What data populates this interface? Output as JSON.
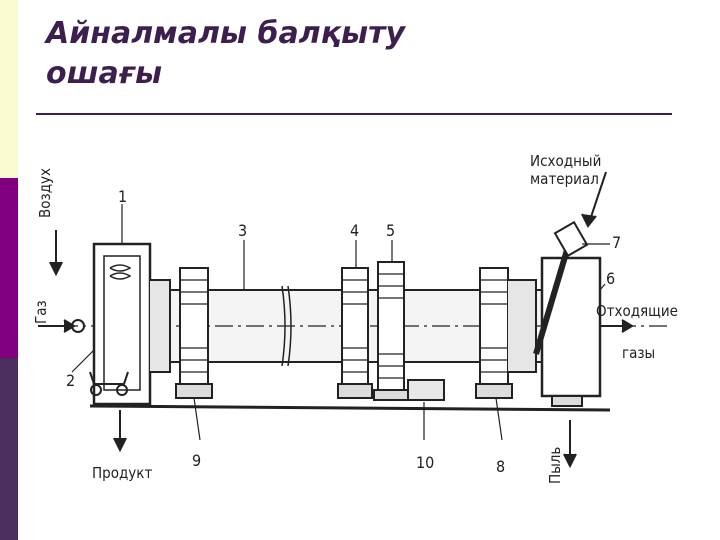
{
  "slide": {
    "title_line1": "Айналмалы балқыту",
    "title_line2": "ошағы",
    "accent_colors": {
      "cream": "#fafad2",
      "purple": "#800080",
      "dark_purple": "#4b2d5e",
      "title": "#3c1f4e"
    }
  },
  "diagram": {
    "labels": {
      "air": "Воздух",
      "gas": "Газ",
      "product": "Продукт",
      "feed_line1": "Исходный",
      "feed_line2": "материал",
      "exhaust_line1": "Отходящие",
      "exhaust_line2": "газы",
      "dust": "Пыль"
    },
    "callouts": [
      "1",
      "2",
      "3",
      "4",
      "5",
      "6",
      "7",
      "8",
      "9",
      "10"
    ]
  }
}
